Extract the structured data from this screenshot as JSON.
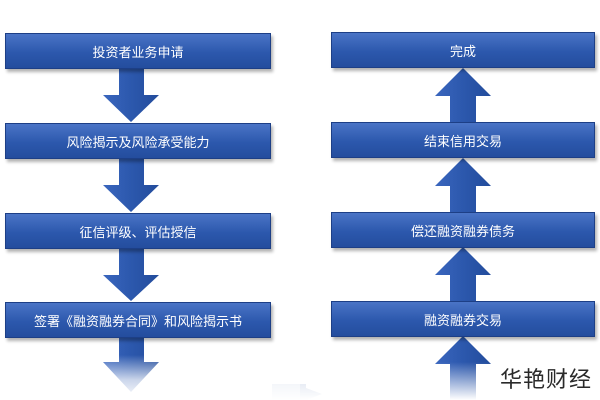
{
  "colors": {
    "box_fill": "#2c58ad",
    "box_border": "#1d3f86",
    "arrow_fill": "#2c58ad",
    "text": "#ffffff"
  },
  "left_column": {
    "steps": [
      "投资者业务申请",
      "风险揭示及风险承受能力",
      "征信评级、评估授信",
      "签署《融资融券合同》和风险揭示书"
    ]
  },
  "right_column": {
    "steps": [
      "完成",
      "结束信用交易",
      "偿还融资融券债务",
      "融资融券交易"
    ]
  },
  "watermark": "华艳财经"
}
